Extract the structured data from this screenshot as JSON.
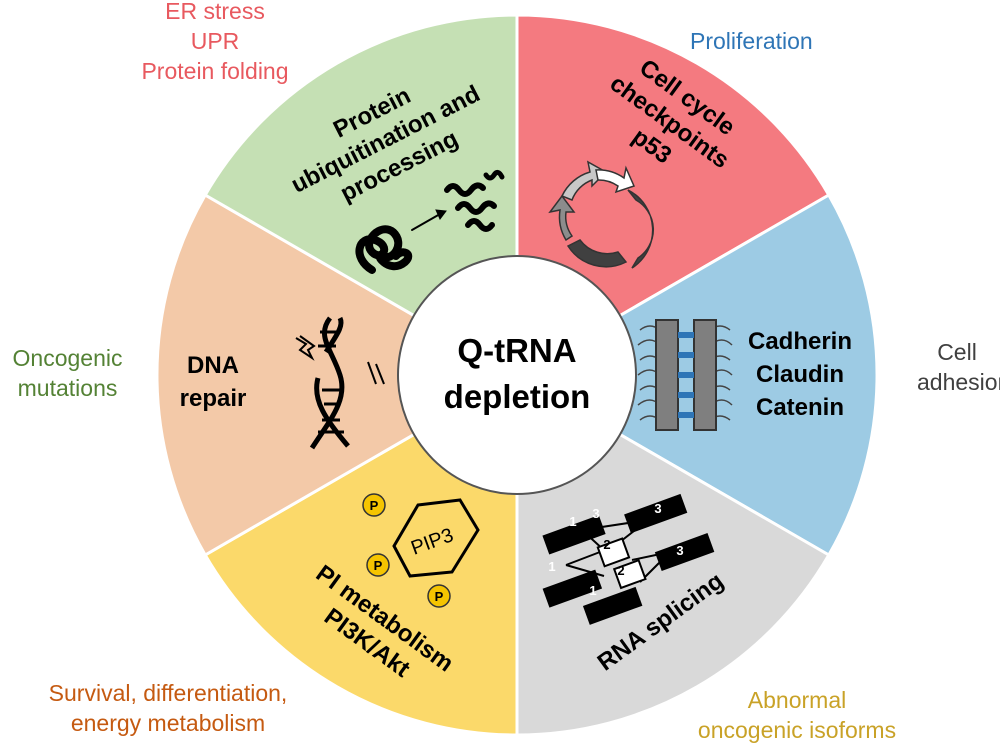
{
  "center": {
    "line1": "Q-tRNA",
    "line2": "depletion"
  },
  "segments": [
    {
      "id": "protein",
      "color": "#f47a80",
      "lines": [
        "Protein",
        "ubiquitination and",
        "processing"
      ],
      "icon": "protein-unfolding-icon"
    },
    {
      "id": "cellcycle",
      "color": "#9dcbe4",
      "lines": [
        "Cell cycle",
        "checkpoints",
        "p53"
      ],
      "icon": "cell-cycle-icon"
    },
    {
      "id": "adhesion",
      "color": "#d9d9d9",
      "lines": [
        "Cadherin",
        "Claudin",
        "Catenin"
      ],
      "icon": "cell-junction-icon"
    },
    {
      "id": "splicing",
      "color": "#fbd96a",
      "lines": [
        "RNA splicing"
      ],
      "icon": "rna-splicing-icon"
    },
    {
      "id": "pi",
      "color": "#f3c9a8",
      "lines": [
        "PI metabolism",
        "PI3K/Akt"
      ],
      "icon": "pip3-icon"
    },
    {
      "id": "dna",
      "color": "#c5e0b4",
      "lines": [
        "DNA",
        "repair"
      ],
      "icon": "dna-damage-icon"
    }
  ],
  "splicing_exons": [
    "1",
    "3",
    "3",
    "2",
    "1",
    "2",
    "3",
    "1"
  ],
  "pip3": {
    "label": "PIP3",
    "phosphate": "P"
  },
  "outcomes": {
    "protein": {
      "lines": [
        "ER stress",
        "UPR",
        "Protein folding"
      ],
      "color": "#e8595f"
    },
    "cellcycle": {
      "lines": [
        "Proliferation"
      ],
      "color": "#2e75b6"
    },
    "adhesion": {
      "lines": [
        "Cell",
        "adhesion"
      ],
      "color": "#404040"
    },
    "splicing": {
      "lines": [
        "Abnormal",
        "oncogenic isoforms"
      ],
      "color": "#c9a227"
    },
    "pi": {
      "lines": [
        "Survival, differentiation,",
        "energy metabolism"
      ],
      "color": "#c55a11"
    },
    "dna": {
      "lines": [
        "Oncogenic",
        "mutations"
      ],
      "color": "#548235"
    }
  }
}
